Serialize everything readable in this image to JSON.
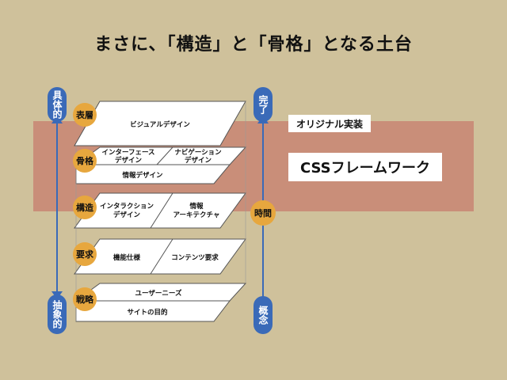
{
  "title": "まさに、「構造」と「骨格」となる土台",
  "left_axis": {
    "top": "具体的",
    "bottom": "抽象的"
  },
  "right_axis": {
    "top": "完了",
    "middle": "時間",
    "bottom": "概念"
  },
  "callouts": {
    "original": "オリジナル実装",
    "framework": "CSSフレームワーク"
  },
  "layers": [
    {
      "name": "表層",
      "top_items": [
        "ビジュアルデザイン"
      ],
      "bottom_item": ""
    },
    {
      "name": "骨格",
      "top_items": [
        "インターフェース\nデザイン",
        "ナビゲーション\nデザイン"
      ],
      "bottom_item": "情報デザイン"
    },
    {
      "name": "構造",
      "top_items": [
        "インタラクション\nデザイン",
        "情報\nアーキテクチャ"
      ],
      "bottom_item": ""
    },
    {
      "name": "要求",
      "top_items": [
        "機能仕様",
        "コンテンツ要求"
      ],
      "bottom_item": ""
    },
    {
      "name": "戦略",
      "top_items": [
        "ユーザーニーズ"
      ],
      "bottom_item": "サイトの目的"
    }
  ],
  "colors": {
    "background": "#cfc19b",
    "band": "#c98e79",
    "axis": "#3a6ab8",
    "circle": "#e7a73e"
  }
}
